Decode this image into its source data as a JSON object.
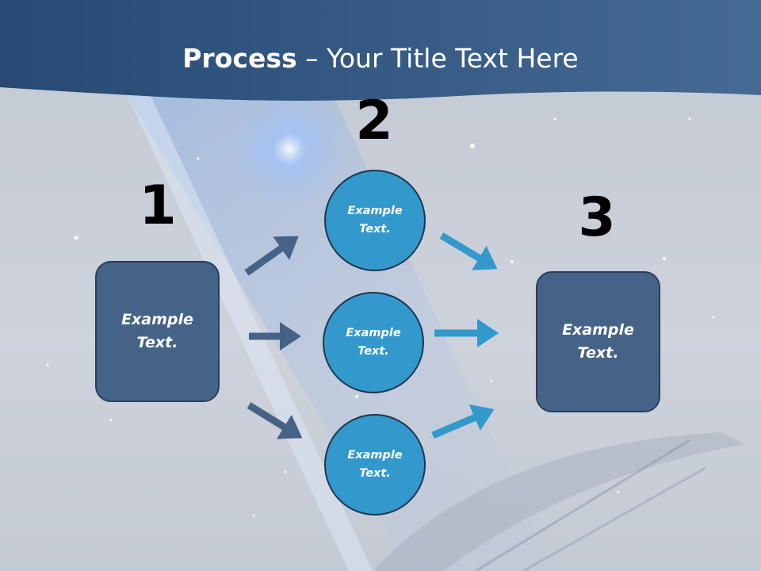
{
  "title": {
    "bold": "Process",
    "rest": " – Your Title Text Here"
  },
  "steps": [
    {
      "number": "1",
      "text": "Example\nText."
    },
    {
      "number": "2",
      "items": [
        "Example\nText.",
        "Example\nText.",
        "Example\nText."
      ]
    },
    {
      "number": "3",
      "text": "Example\nText."
    }
  ],
  "colors": {
    "header": "#2d4a72",
    "box": "#456287",
    "circle": "#3399cc",
    "arrow_dark": "#456287",
    "arrow_light": "#3399cc"
  }
}
